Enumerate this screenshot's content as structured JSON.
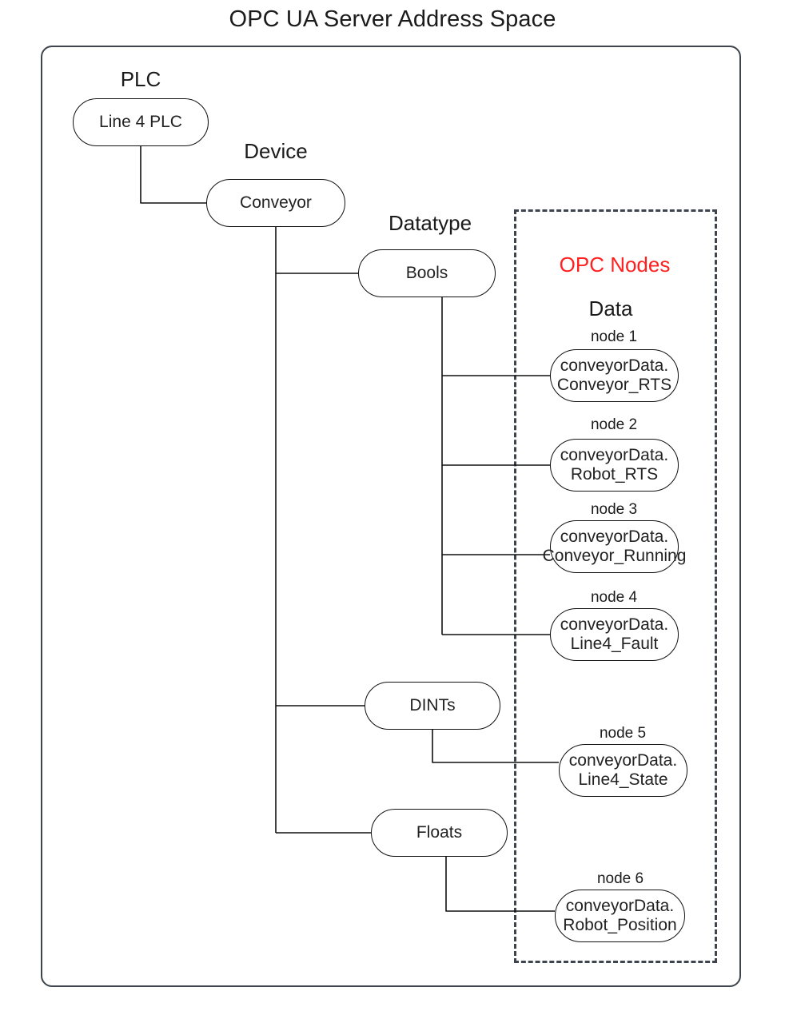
{
  "title": "OPC UA Server Address Space",
  "colors": {
    "frame": "#3d444d",
    "dashed": "#3d444d",
    "pill_stroke": "#111111",
    "accent_red": "#ff2020",
    "text": "#1b1b1b",
    "background": "#ffffff"
  },
  "captions": {
    "plc": "PLC",
    "device": "Device",
    "datatype": "Datatype",
    "opc_nodes": "OPC Nodes",
    "data": "Data"
  },
  "nodes": {
    "plc": {
      "label": "Line 4 PLC"
    },
    "device": {
      "label": "Conveyor"
    },
    "bools": {
      "label": "Bools"
    },
    "dints": {
      "label": "DINTs"
    },
    "floats": {
      "label": "Floats"
    }
  },
  "opc_nodes": [
    {
      "caption": "node 1",
      "line1": "conveyorData.",
      "line2": "Conveyor_RTS",
      "parent": "Bools"
    },
    {
      "caption": "node 2",
      "line1": "conveyorData.",
      "line2": "Robot_RTS",
      "parent": "Bools"
    },
    {
      "caption": "node 3",
      "line1": "conveyorData.",
      "line2": "Conveyor_Running",
      "parent": "Bools"
    },
    {
      "caption": "node 4",
      "line1": "conveyorData.",
      "line2": "Line4_Fault",
      "parent": "Bools"
    },
    {
      "caption": "node 5",
      "line1": "conveyorData.",
      "line2": "Line4_State",
      "parent": "DINTs"
    },
    {
      "caption": "node 6",
      "line1": "conveyorData.",
      "line2": "Robot_Position",
      "parent": "Floats"
    }
  ]
}
